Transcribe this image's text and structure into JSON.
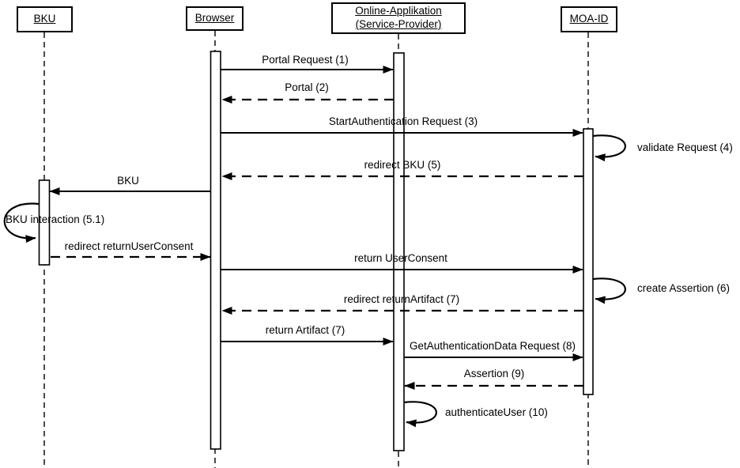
{
  "diagram": {
    "type": "uml-sequence-diagram",
    "colors": {
      "line": "#000000",
      "background": "#ffffff"
    }
  },
  "actors": [
    {
      "name": "BKU"
    },
    {
      "name": "Browser"
    },
    {
      "name": "Online-Applikation (Service-Provider)"
    },
    {
      "name": "MOA-ID"
    }
  ],
  "messages": [
    {
      "label": "Portal Request (1)",
      "from": "Browser",
      "to": "Online-Applikation (Service-Provider)",
      "style": "solid"
    },
    {
      "label": "Portal (2)",
      "from": "Online-Applikation (Service-Provider)",
      "to": "Browser",
      "style": "dashed"
    },
    {
      "label": "StartAuthentication Request (3)",
      "from": "Browser",
      "to": "MOA-ID",
      "style": "solid"
    },
    {
      "label": "validate Request (4)",
      "from": "MOA-ID",
      "to": "MOA-ID",
      "style": "self"
    },
    {
      "label": "redirect BKU (5)",
      "from": "MOA-ID",
      "to": "Browser",
      "style": "dashed"
    },
    {
      "label": "BKU",
      "from": "Browser",
      "to": "BKU",
      "style": "solid"
    },
    {
      "label": "BKU interaction (5.1)",
      "from": "BKU",
      "to": "BKU",
      "style": "self"
    },
    {
      "label": "redirect returnUserConsent",
      "from": "BKU",
      "to": "Browser",
      "style": "dashed"
    },
    {
      "label": "return UserConsent",
      "from": "Browser",
      "to": "MOA-ID",
      "style": "solid"
    },
    {
      "label": "create Assertion (6)",
      "from": "MOA-ID",
      "to": "MOA-ID",
      "style": "self"
    },
    {
      "label": "redirect returnArtifact (7)",
      "from": "MOA-ID",
      "to": "Browser",
      "style": "dashed"
    },
    {
      "label": "return Artifact (7)",
      "from": "Browser",
      "to": "Online-Applikation (Service-Provider)",
      "style": "solid"
    },
    {
      "label": "GetAuthenticationData Request (8)",
      "from": "Online-Applikation (Service-Provider)",
      "to": "MOA-ID",
      "style": "solid"
    },
    {
      "label": "Assertion (9)",
      "from": "MOA-ID",
      "to": "Online-Applikation (Service-Provider)",
      "style": "dashed"
    },
    {
      "label": "authenticateUser (10)",
      "from": "Online-Applikation (Service-Provider)",
      "to": "Online-Applikation (Service-Provider)",
      "style": "self"
    }
  ]
}
